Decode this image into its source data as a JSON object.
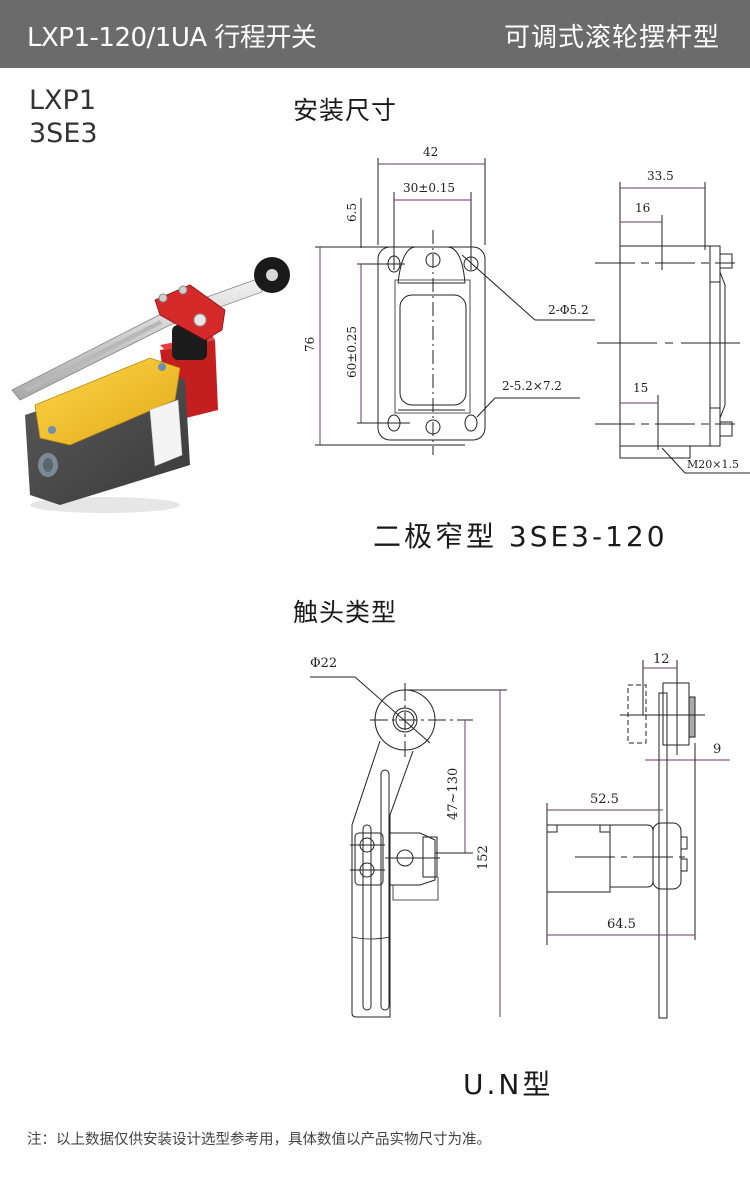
{
  "header": {
    "title_left": "LXP1-120/1UA 行程开关",
    "title_right": "可调式滚轮摆杆型",
    "background": "#6b6b6b"
  },
  "models": {
    "line1": "LXP1",
    "line2": "3SE3"
  },
  "product_photo": {
    "description": "limit-switch-product-photo",
    "colors": {
      "body": "#4a4a4a",
      "cover": "#f2c12e",
      "head": "#d42a2a",
      "lever": "#d8d8d8",
      "roller": "#1a1a1a"
    }
  },
  "section_install": {
    "title": "安装尺寸",
    "front_view": {
      "width_overall": "42",
      "hole_spacing_x": "30±0.15",
      "edge_offset": "6.5",
      "height_overall": "76",
      "hole_spacing_y": "60±0.25",
      "round_holes": "2-Φ5.2",
      "slot_holes": "2-5.2×7.2"
    },
    "side_view": {
      "depth_overall": "33.5",
      "offset_top": "16",
      "offset_bottom": "15",
      "thread": "M20×1.5"
    },
    "caption": "二极窄型 3SE3-120"
  },
  "section_contact": {
    "title": "触头类型",
    "front_view": {
      "roller_diameter": "Φ22",
      "adjust_range": "47~130",
      "total_length": "152"
    },
    "side_view": {
      "roller_width": "12",
      "roller_offset": "9",
      "body_depth": "52.5",
      "total_depth": "64.5"
    },
    "caption": "U.N型"
  },
  "footnote": "注：以上数据仅供安装设计选型参考用，具体数值以产品实物尺寸为准。"
}
